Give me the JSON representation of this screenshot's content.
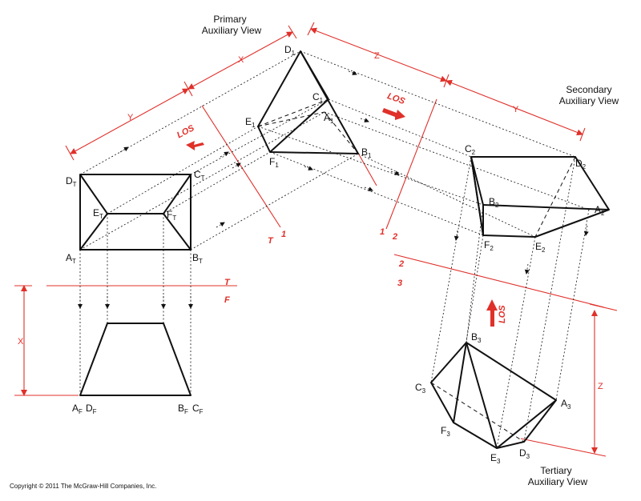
{
  "views": {
    "primary": [
      "Primary",
      "Auxiliary View"
    ],
    "secondary": [
      "Secondary",
      "Auxiliary View"
    ],
    "tertiary": [
      "Tertiary",
      "Auxiliary View"
    ]
  },
  "copyright": "Copyright © 2011 The McGraw-Hill Companies, Inc.",
  "los": "LOS",
  "dims": {
    "x": "X",
    "y": "Y",
    "z": "Z"
  },
  "folds": {
    "t": "T",
    "f": "F",
    "one": "1",
    "two": "2",
    "three": "3"
  },
  "points": {
    "top": [
      {
        "b": "D",
        "s": "T"
      },
      {
        "b": "C",
        "s": "T"
      },
      {
        "b": "E",
        "s": "T"
      },
      {
        "b": "F",
        "s": "T"
      },
      {
        "b": "A",
        "s": "T"
      },
      {
        "b": "B",
        "s": "T"
      }
    ],
    "front": [
      {
        "b": "A",
        "s": "F"
      },
      {
        "b": "D",
        "s": "F"
      },
      {
        "b": "B",
        "s": "F"
      },
      {
        "b": "C",
        "s": "F"
      }
    ],
    "aux1": [
      {
        "b": "D",
        "s": "1"
      },
      {
        "b": "C",
        "s": "1"
      },
      {
        "b": "A",
        "s": "1"
      },
      {
        "b": "E",
        "s": "1"
      },
      {
        "b": "F",
        "s": "1"
      },
      {
        "b": "B",
        "s": "1"
      }
    ],
    "aux2": [
      {
        "b": "C",
        "s": "2"
      },
      {
        "b": "D",
        "s": "2"
      },
      {
        "b": "B",
        "s": "2"
      },
      {
        "b": "A",
        "s": "2"
      },
      {
        "b": "F",
        "s": "2"
      },
      {
        "b": "E",
        "s": "2"
      }
    ],
    "aux3": [
      {
        "b": "B",
        "s": "3"
      },
      {
        "b": "C",
        "s": "3"
      },
      {
        "b": "A",
        "s": "3"
      },
      {
        "b": "F",
        "s": "3"
      },
      {
        "b": "E",
        "s": "3"
      },
      {
        "b": "D",
        "s": "3"
      }
    ]
  },
  "colors": {
    "ink": "#111111",
    "accent": "#e0302a",
    "background": "#ffffff"
  },
  "icons": [
    "los-arrow-icon"
  ]
}
